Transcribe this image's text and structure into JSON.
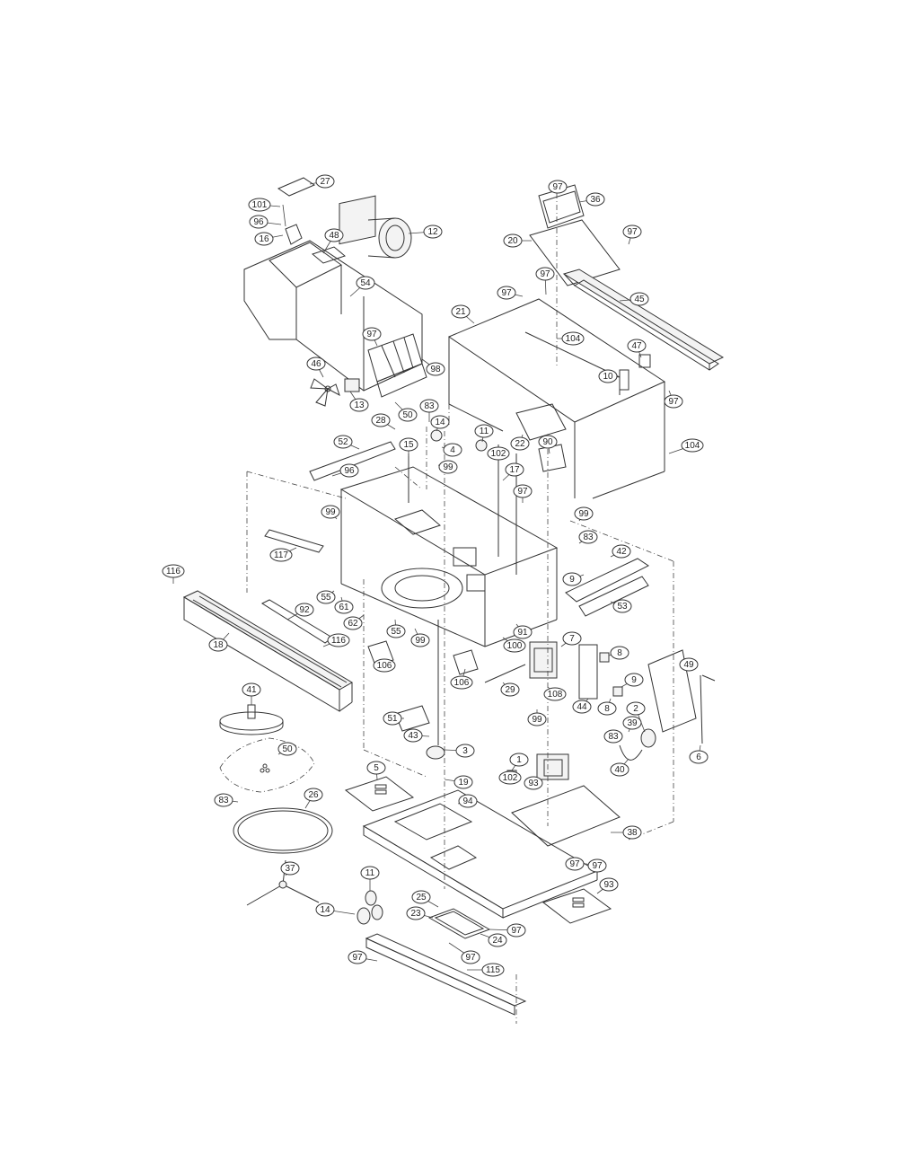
{
  "callouts": [
    "27",
    "101",
    "96",
    "16",
    "12",
    "48",
    "54",
    "97",
    "46",
    "13",
    "50",
    "98",
    "36",
    "97",
    "20",
    "97",
    "97",
    "97",
    "45",
    "21",
    "104",
    "47",
    "10",
    "97",
    "83",
    "28",
    "14",
    "11",
    "4",
    "22",
    "90",
    "104",
    "52",
    "15",
    "99",
    "102",
    "96",
    "17",
    "97",
    "99",
    "99",
    "83",
    "42",
    "117",
    "9",
    "53",
    "116",
    "55",
    "61",
    "62",
    "55",
    "99",
    "92",
    "18",
    "116",
    "106",
    "91",
    "100",
    "7",
    "8",
    "106",
    "29",
    "108",
    "9",
    "44",
    "8",
    "49",
    "41",
    "51",
    "99",
    "2",
    "39",
    "43",
    "3",
    "83",
    "6",
    "50",
    "40",
    "1",
    "102",
    "5",
    "93",
    "19",
    "83",
    "94",
    "26",
    "38",
    "97",
    "97",
    "37",
    "11",
    "25",
    "93",
    "14",
    "23",
    "97",
    "24",
    "97",
    "97",
    "115"
  ]
}
